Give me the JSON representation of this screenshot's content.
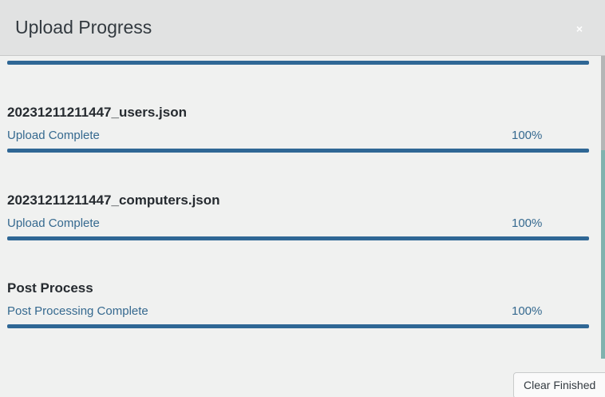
{
  "dialog": {
    "title": "Upload Progress",
    "close_label": "×",
    "clear_finished_label": "Clear Finished"
  },
  "uploads": [
    {
      "title": "",
      "status": "",
      "percent": "",
      "progress": 1.0
    },
    {
      "title": "20231211211447_users.json",
      "status": "Upload Complete",
      "percent": "100%",
      "progress": 1.0
    },
    {
      "title": "20231211211447_computers.json",
      "status": "Upload Complete",
      "percent": "100%",
      "progress": 1.0
    },
    {
      "title": "Post Process",
      "status": "Post Processing Complete",
      "percent": "100%",
      "progress": 1.0
    }
  ],
  "colors": {
    "progress_bar": "#2f6795",
    "status_text": "#35698f",
    "header_bg": "#e1e2e2",
    "body_bg": "#f0f1f0"
  }
}
